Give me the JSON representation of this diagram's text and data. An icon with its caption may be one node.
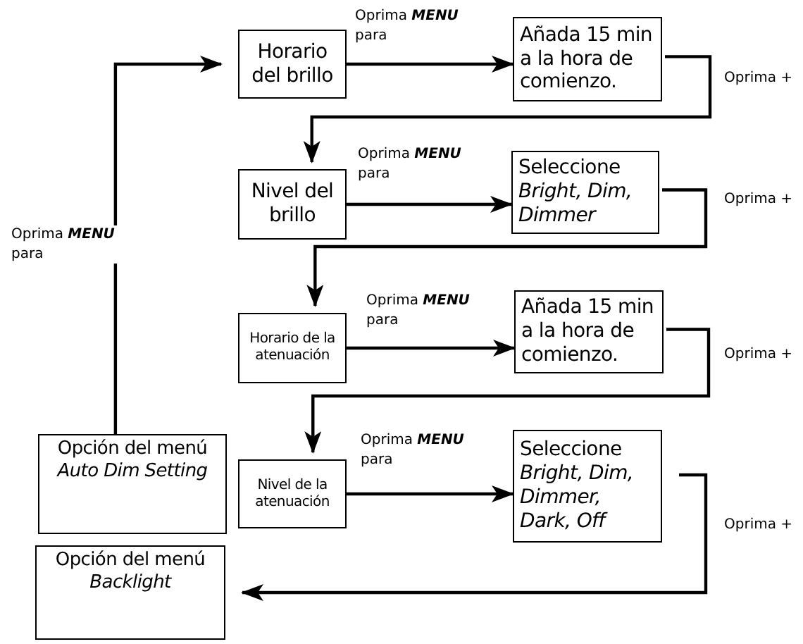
{
  "diagram": {
    "nodes": [
      {
        "text": [
          "Opción del menú *Auto Dim Setting*"
        ]
      },
      {
        "text": [
          "Opción del menú *Backlight*"
        ]
      },
      {
        "text": [
          "Horario del brillo"
        ]
      },
      {
        "text": [
          "Añada 15 min a la hora de comienzo."
        ]
      },
      {
        "text": [
          "Nivel del brillo"
        ]
      },
      {
        "text": [
          "Seleccione *Bright, Dim, Dimmer*"
        ]
      },
      {
        "text": [
          "Horario de la atenuación"
        ]
      },
      {
        "text": [
          "Añada 15 min a la hora de comienzo."
        ]
      },
      {
        "text": [
          "Nivel de la atenuación"
        ]
      },
      {
        "text": [
          "Seleccione *Bright, Dim, Dimmer, Dark, Off*"
        ]
      }
    ],
    "edges": [
      {
        "from": 0,
        "to": 2,
        "arrow": "to",
        "label": "Oprima **MENU** para"
      },
      {
        "from": 2,
        "to": 3,
        "arrow": "to",
        "label": "Oprima **MENU** para"
      },
      {
        "from": 3,
        "to": 4,
        "arrow": "to",
        "label": "Oprima +"
      },
      {
        "from": 4,
        "to": 5,
        "arrow": "to",
        "label": "Oprima **MENU** para"
      },
      {
        "from": 5,
        "to": 6,
        "arrow": "to",
        "label": "Oprima +"
      },
      {
        "from": 6,
        "to": 7,
        "arrow": "to",
        "label": "Oprima **MENU** para"
      },
      {
        "from": 7,
        "to": 8,
        "arrow": "to",
        "label": "Oprima +"
      },
      {
        "from": 8,
        "to": 9,
        "arrow": "to",
        "label": "Oprima **MENU** para"
      },
      {
        "from": 9,
        "to": 1,
        "arrow": "to",
        "label": "Oprima +"
      }
    ]
  }
}
